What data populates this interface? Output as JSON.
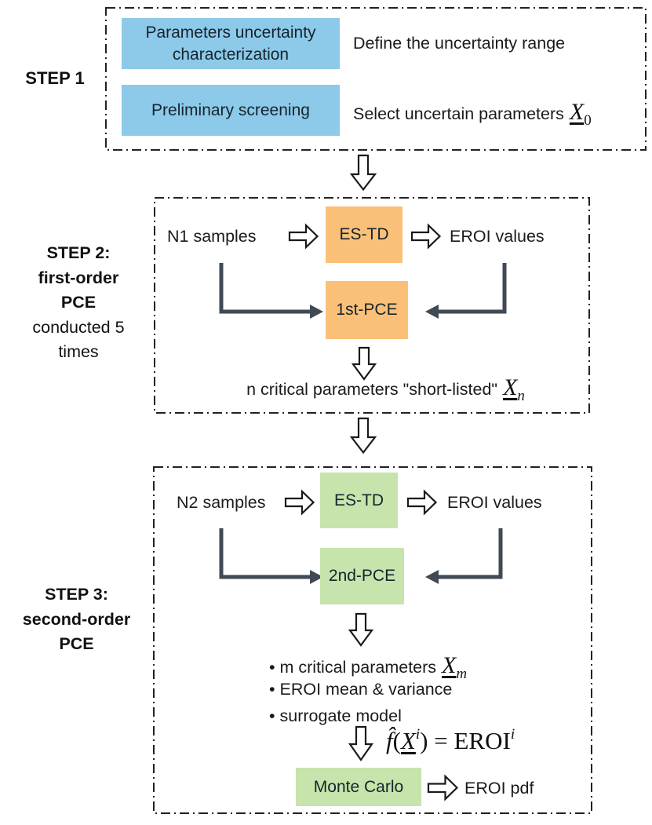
{
  "colors": {
    "blue_box": "#8dc9e9",
    "orange_box": "#fbc078",
    "green_box": "#c7e4ac",
    "connector_arrow": "#3f4a54",
    "outline": "#1a1a1a"
  },
  "bullet_char": "•",
  "step1": {
    "label": "STEP 1",
    "process_boxes": [
      "Parameters uncertainty characterization",
      "Preliminary screening"
    ],
    "annotations": [
      "Define the uncertainty range",
      "Select uncertain parameters"
    ],
    "symbol": {
      "base": "X",
      "sub": "0"
    }
  },
  "step2": {
    "label_bold": [
      "STEP 2:",
      "first-order",
      "PCE"
    ],
    "label_normal": [
      "conducted 5",
      "times"
    ],
    "input_label": "N1 samples",
    "model_box": "ES-TD",
    "output_label": "EROI values",
    "pce_box": "1st-PCE",
    "result_text": "n critical parameters \"short-listed\"",
    "result_symbol": {
      "base": "X",
      "sub": "n"
    }
  },
  "step3": {
    "label_bold": [
      "STEP 3:",
      "second-order",
      "PCE"
    ],
    "input_label": "N2 samples",
    "model_box": "ES-TD",
    "output_label": "EROI values",
    "pce_box": "2nd-PCE",
    "bullets": [
      "m critical parameters",
      "EROI mean & variance",
      "surrogate model"
    ],
    "bullet_symbol": {
      "base": "X",
      "sub": "m"
    },
    "formula": {
      "f": "f̂",
      "lparen": "(",
      "x": "X",
      "sup1": "i",
      "rest": ") = EROI",
      "sup2": "i"
    },
    "mc_box": "Monte Carlo",
    "mc_output": "EROI pdf"
  }
}
